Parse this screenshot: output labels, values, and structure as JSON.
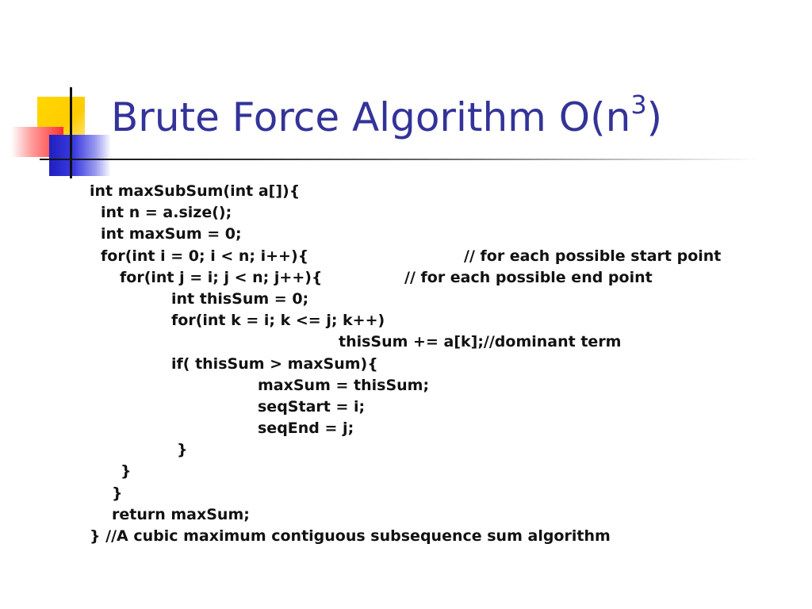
{
  "title": {
    "text": "Brute Force Algorithm O(n",
    "exponent": "3",
    "close": ")"
  },
  "code": {
    "lines": [
      "int maxSubSum(int a[]){",
      "int n = a.size();",
      "int maxSum = 0;",
      "for(int i = 0; i < n; i++){",
      "for(int j = i; j < n; j++){",
      "int thisSum = 0;",
      "for(int k = i; k <= j; k++)",
      "thisSum += a[k];//dominant term",
      "if( thisSum > maxSum){",
      "maxSum = thisSum;",
      "seqStart = i;",
      "seqEnd = j;",
      "}",
      "}",
      "}",
      "return maxSum;",
      "}  //A cubic maximum contiguous subsequence sum algorithm"
    ],
    "comments": {
      "line4": "// for each possible start point",
      "line5": "// for each possible end point"
    }
  },
  "decor": {
    "title_color": "#333399",
    "accent_yellow": "#ffcc00",
    "accent_red": "#ff3030",
    "accent_blue": "#2020c0"
  }
}
